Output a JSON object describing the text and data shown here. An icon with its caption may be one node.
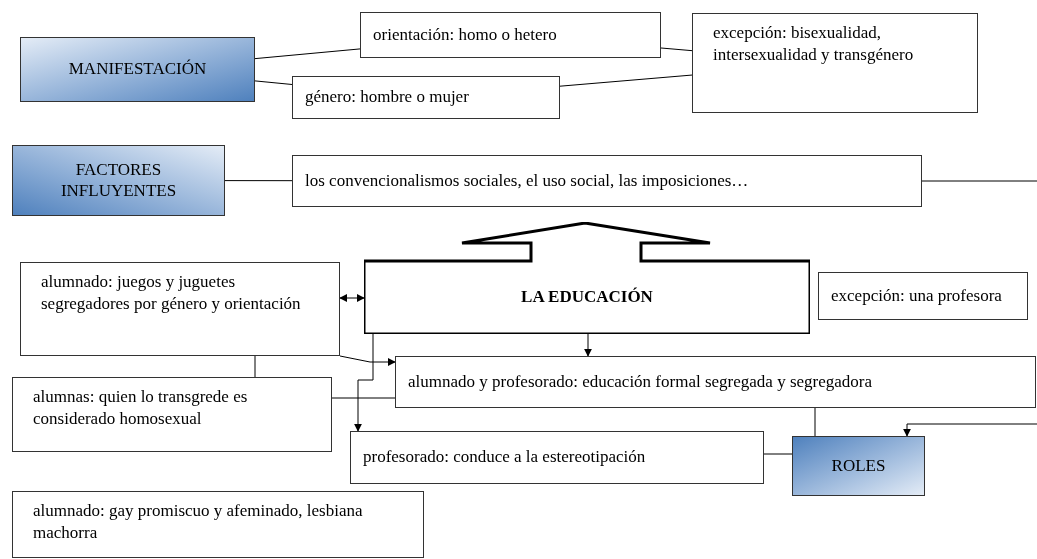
{
  "diagram": {
    "nodes": [
      {
        "text": [
          "MANIFESTACIÓN"
        ]
      },
      {
        "text": [
          "orientación: homo o hetero"
        ]
      },
      {
        "text": [
          "género: hombre o mujer"
        ]
      },
      {
        "text": [
          "excepción: bisexualidad, intersexualidad y transgénero"
        ]
      },
      {
        "text": [
          "FACTORES INFLUYENTES"
        ]
      },
      {
        "text": [
          "los convencionalismos sociales, el uso social, las imposiciones…"
        ]
      },
      {
        "text": [
          "LA EDUCACIÓN"
        ]
      },
      {
        "text": [
          "alumnado: juegos y juguetes segregadores por género y orientación"
        ]
      },
      {
        "text": [
          "excepción: una profesora"
        ]
      },
      {
        "text": [
          "alumnado y profesorado: educación formal segregada y segregadora"
        ]
      },
      {
        "text": [
          "alumnas: quien lo transgrede es considerado homosexual"
        ]
      },
      {
        "text": [
          "profesorado: conduce a la estereotipación"
        ]
      },
      {
        "text": [
          "ROLES"
        ]
      },
      {
        "text": [
          "alumnado: gay promiscuo y afeminado, lesbiana machorra"
        ]
      }
    ],
    "edges": [
      {
        "from": 0,
        "to": 1,
        "arrow": "none"
      },
      {
        "from": 0,
        "to": 2,
        "arrow": "none"
      },
      {
        "from": 1,
        "to": 3,
        "arrow": "none"
      },
      {
        "from": 2,
        "to": 3,
        "arrow": "none"
      },
      {
        "from": 4,
        "to": 5,
        "arrow": "none"
      },
      {
        "from": 5,
        "to": null,
        "arrow": "none"
      },
      {
        "from": 7,
        "to": 6,
        "arrow": "both"
      },
      {
        "from": 7,
        "to": 9,
        "arrow": "to"
      },
      {
        "from": 6,
        "to": 9,
        "arrow": "to"
      },
      {
        "from": 7,
        "to": 10,
        "arrow": "none"
      },
      {
        "from": 10,
        "to": 9,
        "arrow": "none"
      },
      {
        "from": 6,
        "to": 11,
        "arrow": "to"
      },
      {
        "from": 9,
        "to": 12,
        "arrow": "none"
      },
      {
        "from": 11,
        "to": 12,
        "arrow": "none"
      },
      {
        "from": null,
        "to": 12,
        "arrow": "to"
      }
    ]
  }
}
